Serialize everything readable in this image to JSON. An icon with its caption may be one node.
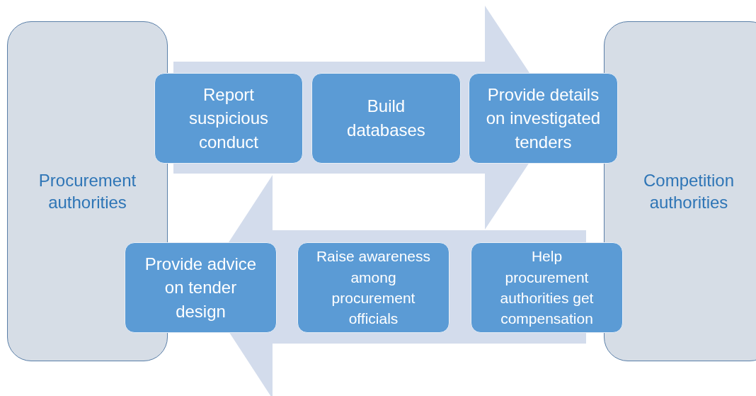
{
  "diagram": {
    "nodes": [
      {
        "text": [
          "Procurement authorities"
        ]
      },
      {
        "text": [
          "Report suspicious conduct"
        ]
      },
      {
        "text": [
          "Build databases"
        ]
      },
      {
        "text": [
          "Provide details on investigated tenders"
        ]
      },
      {
        "text": [
          "Competition authorities"
        ]
      },
      {
        "text": [
          "Provide advice on tender design"
        ]
      },
      {
        "text": [
          "Raise awareness among procurement officials"
        ]
      },
      {
        "text": [
          "Help procurement authorities get compensation"
        ]
      }
    ],
    "edges": [
      {
        "from": 0,
        "to": 4,
        "arrow": "to",
        "style": "thick"
      },
      {
        "from": 4,
        "to": 0,
        "arrow": "to",
        "style": "thick"
      }
    ]
  }
}
